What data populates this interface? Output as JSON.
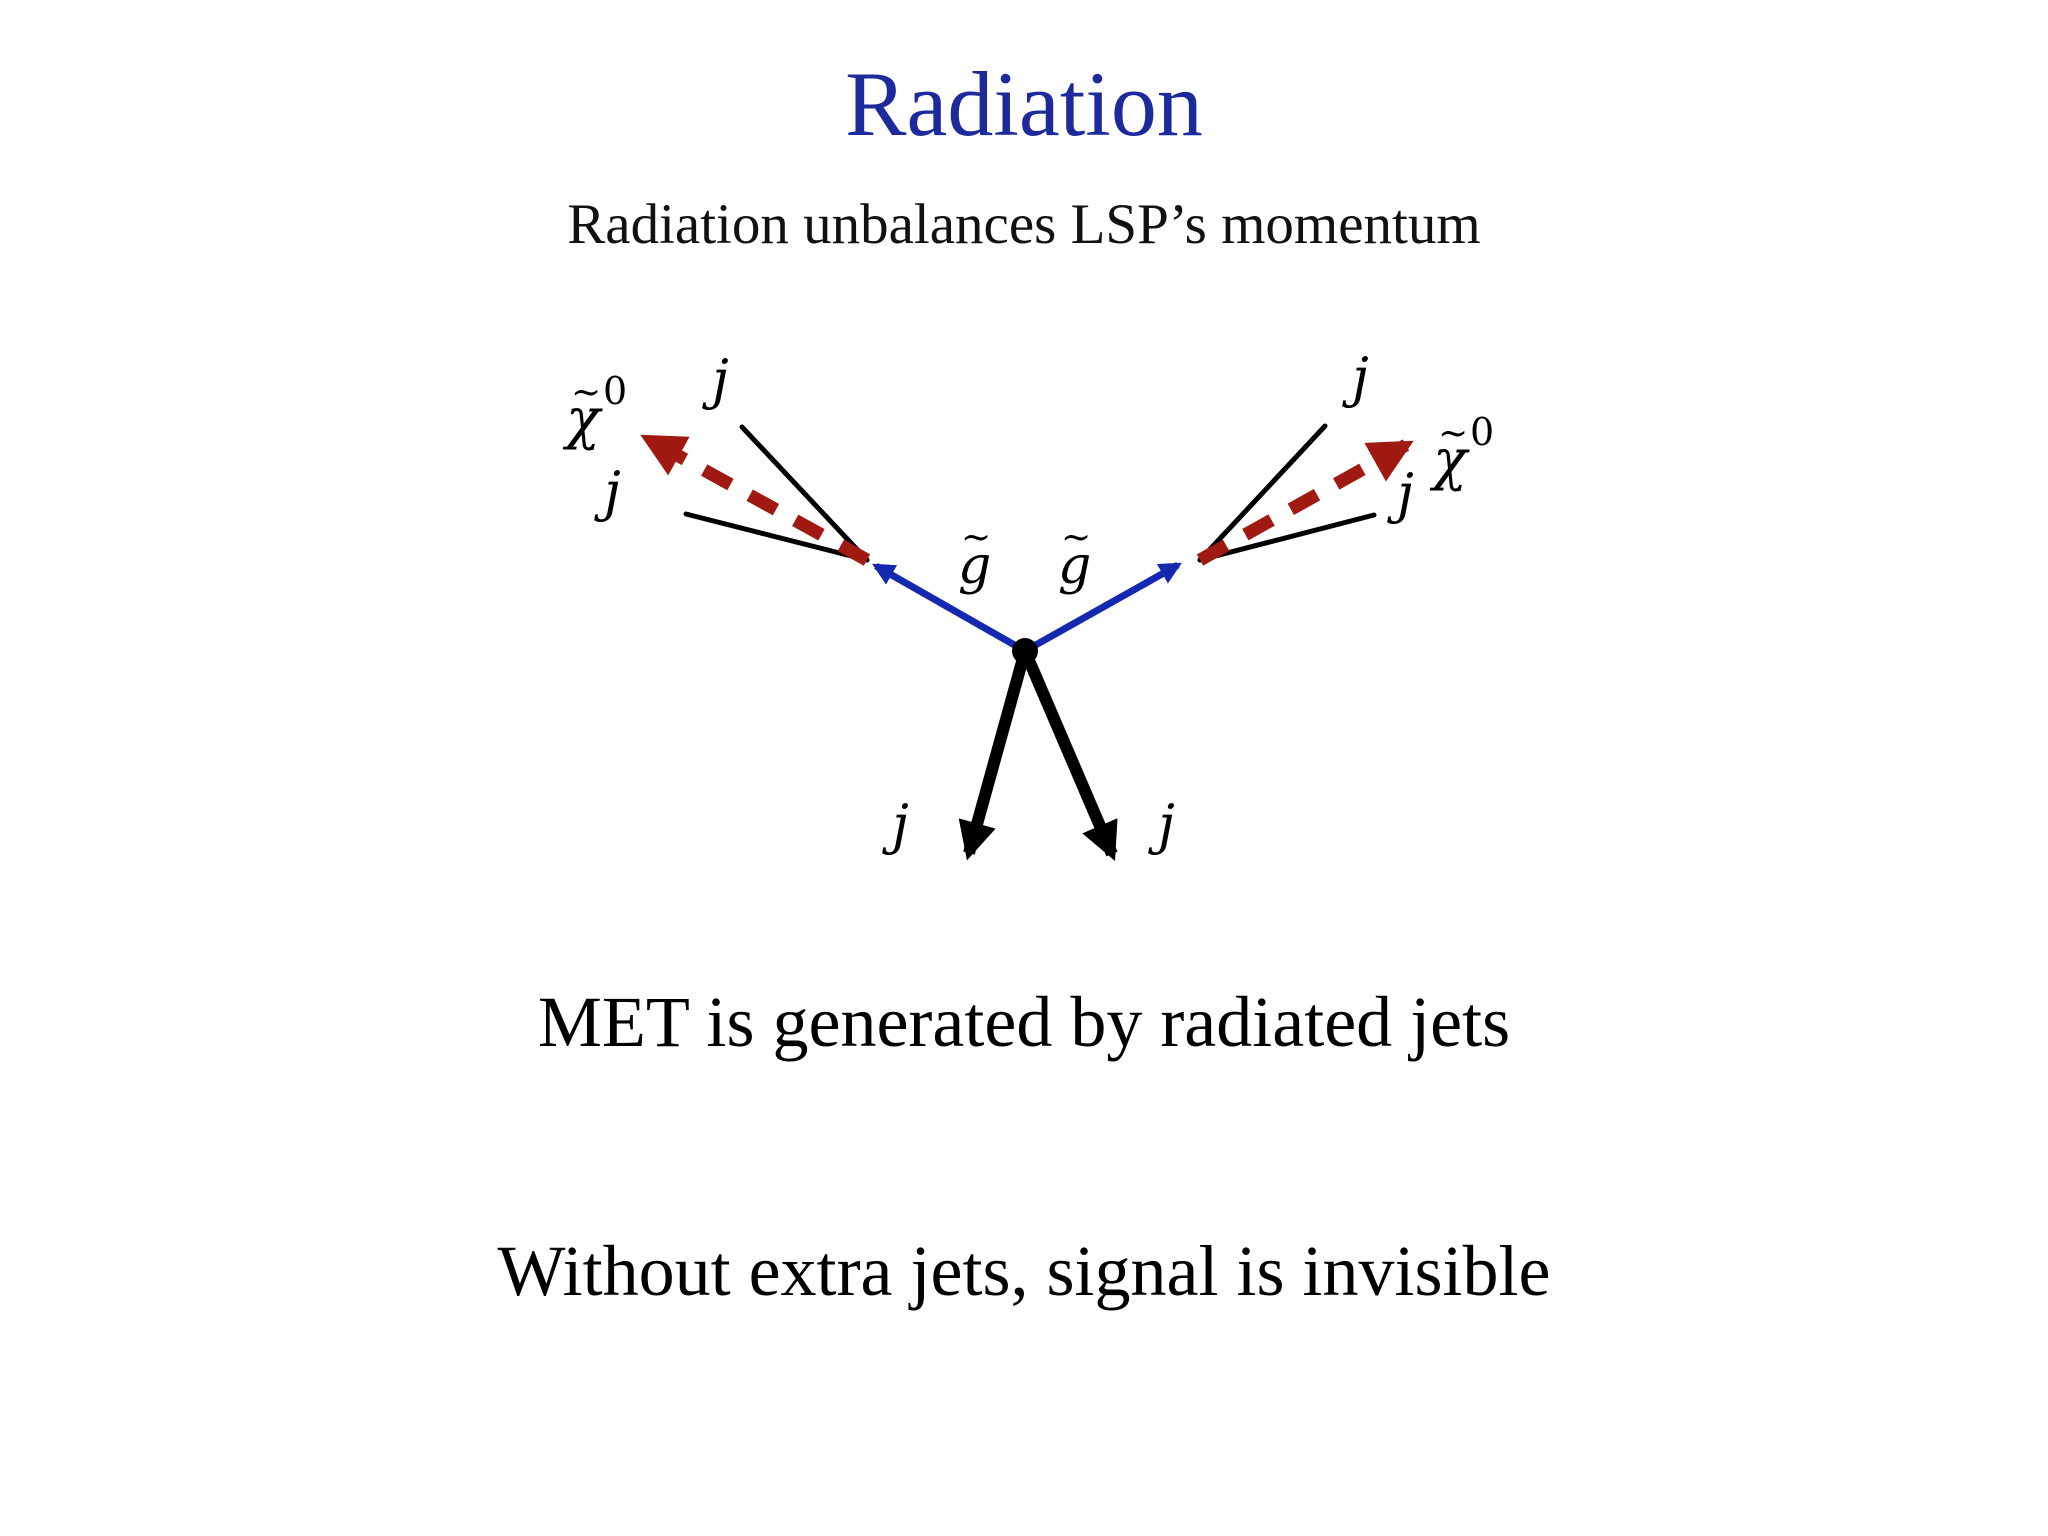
{
  "title": "Radiation",
  "subtitle": "Radiation unbalances LSP’s momentum",
  "diagram": {
    "jet_label": "j",
    "gluino_label": "g",
    "gluino_tilde": "~",
    "neutralino_label": "χ",
    "neutralino_tilde": "~",
    "neutralino_superscript": "0"
  },
  "statements": {
    "met": "MET is generated by radiated jets",
    "invisible": "Without extra jets, signal is invisible"
  },
  "colors": {
    "title": "#1c2a9c",
    "gluino": "#1528b0",
    "neutralino": "#a11a12",
    "jet": "#000000"
  }
}
